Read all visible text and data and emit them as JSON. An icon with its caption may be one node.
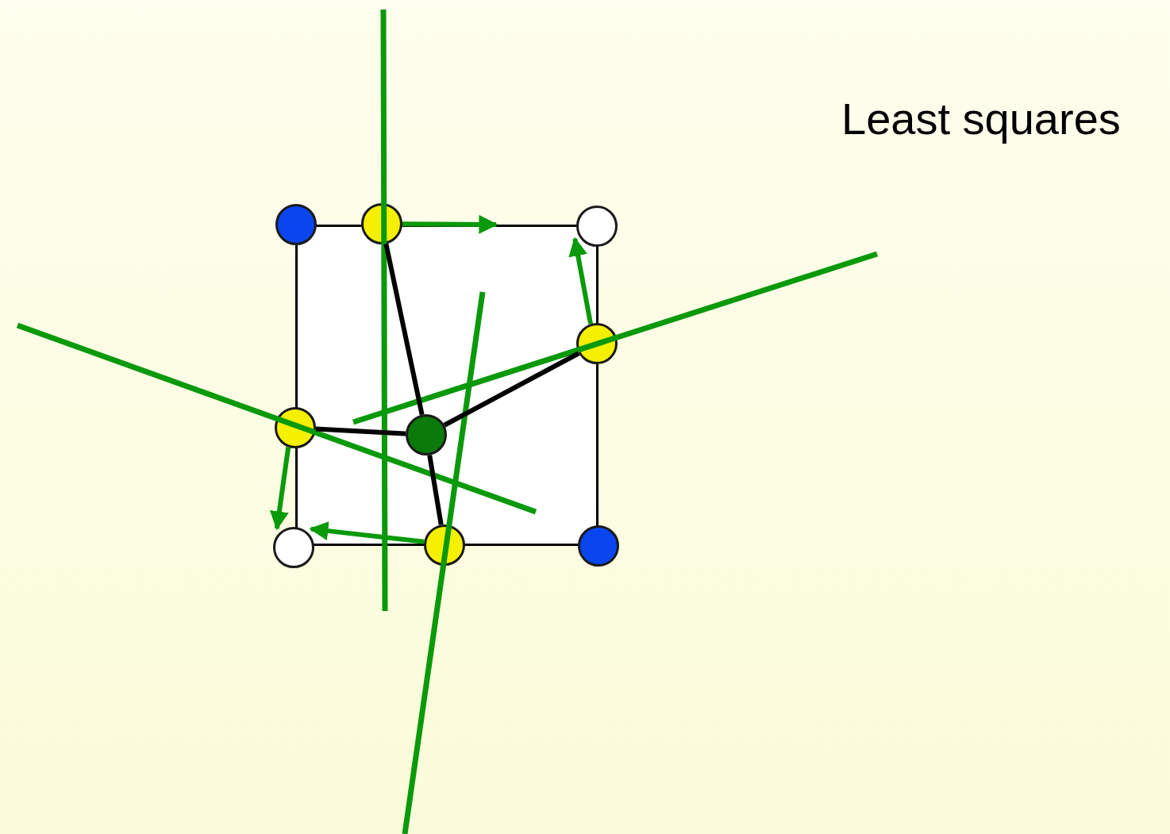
{
  "diagram": {
    "nodes": [
      {
        "text": [],
        "shape": "box"
      },
      {
        "text": [],
        "shape": "circle"
      },
      {
        "text": [],
        "shape": "circle"
      },
      {
        "text": [],
        "shape": "circle"
      },
      {
        "text": [],
        "shape": "circle"
      },
      {
        "text": [],
        "shape": "circle"
      },
      {
        "text": [],
        "shape": "circle",
        "in": 0
      },
      {
        "text": [],
        "shape": "circle"
      },
      {
        "text": [],
        "shape": "circle"
      },
      {
        "text": [],
        "shape": "circle"
      }
    ],
    "edges": [
      {
        "from": 6,
        "to": 2,
        "arrow": "none",
        "color": "#000000"
      },
      {
        "from": 6,
        "to": 4,
        "arrow": "none",
        "color": "#000000"
      },
      {
        "from": 6,
        "to": 5,
        "arrow": "none",
        "color": "#000000"
      },
      {
        "from": 6,
        "to": 8,
        "arrow": "none",
        "color": "#000000"
      },
      {
        "from": 2,
        "to": 0,
        "arrow": "to",
        "color": "#0a990a"
      },
      {
        "from": 4,
        "to": 3,
        "arrow": "to",
        "color": "#0a990a"
      },
      {
        "from": 5,
        "to": 7,
        "arrow": "to",
        "color": "#0a990a"
      },
      {
        "from": 8,
        "to": 7,
        "arrow": "to",
        "color": "#0a990a"
      }
    ],
    "labels": [
      "Least squares"
    ]
  }
}
